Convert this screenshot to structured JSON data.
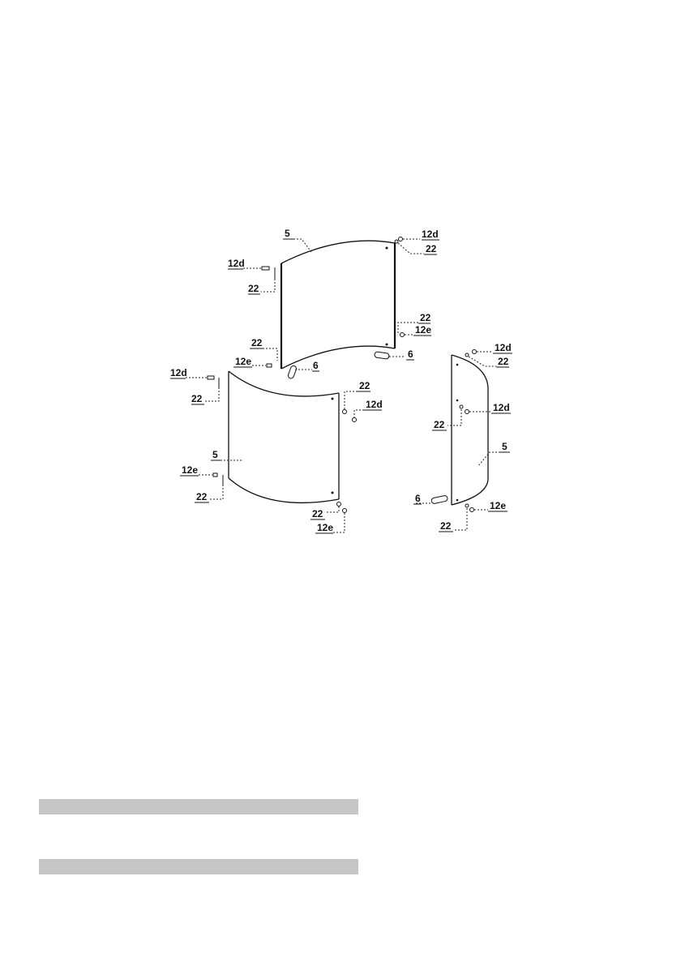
{
  "diagram": {
    "part_labels": {
      "panel": "5",
      "connector": "6",
      "screw_d": "12d",
      "screw_e": "12e",
      "washer": "22"
    }
  },
  "footer": {
    "bar_1": "",
    "bar_2": ""
  }
}
